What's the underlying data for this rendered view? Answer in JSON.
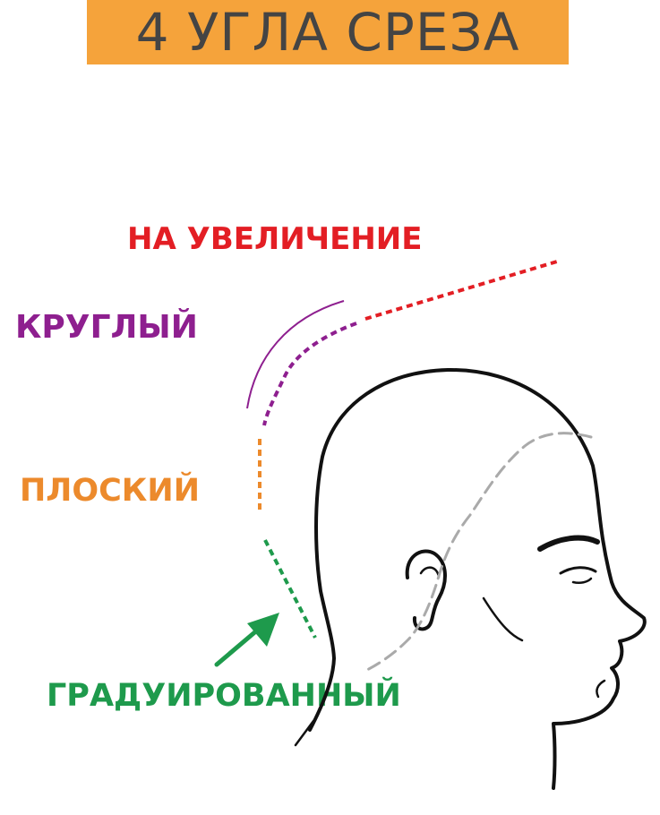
{
  "title": "4 УГЛА СРЕЗА",
  "labels": {
    "increase": "НА УВЕЛИЧЕНИЕ",
    "round": "КРУГЛЫЙ",
    "flat": "ПЛОСКИЙ",
    "graduated": "ГРАДУИРОВАННЫЙ"
  },
  "colors": {
    "title_background": "#f5a33b",
    "title_text": "#444444",
    "increase": "#e31e24",
    "round": "#8e1f8f",
    "flat": "#ec8a2c",
    "graduated": "#1e9a4c",
    "head_outline": "#111111",
    "hairline": "#aaaaaa"
  },
  "icons": {
    "arrow": "arrow-up-right-icon",
    "head": "head-profile-icon"
  }
}
